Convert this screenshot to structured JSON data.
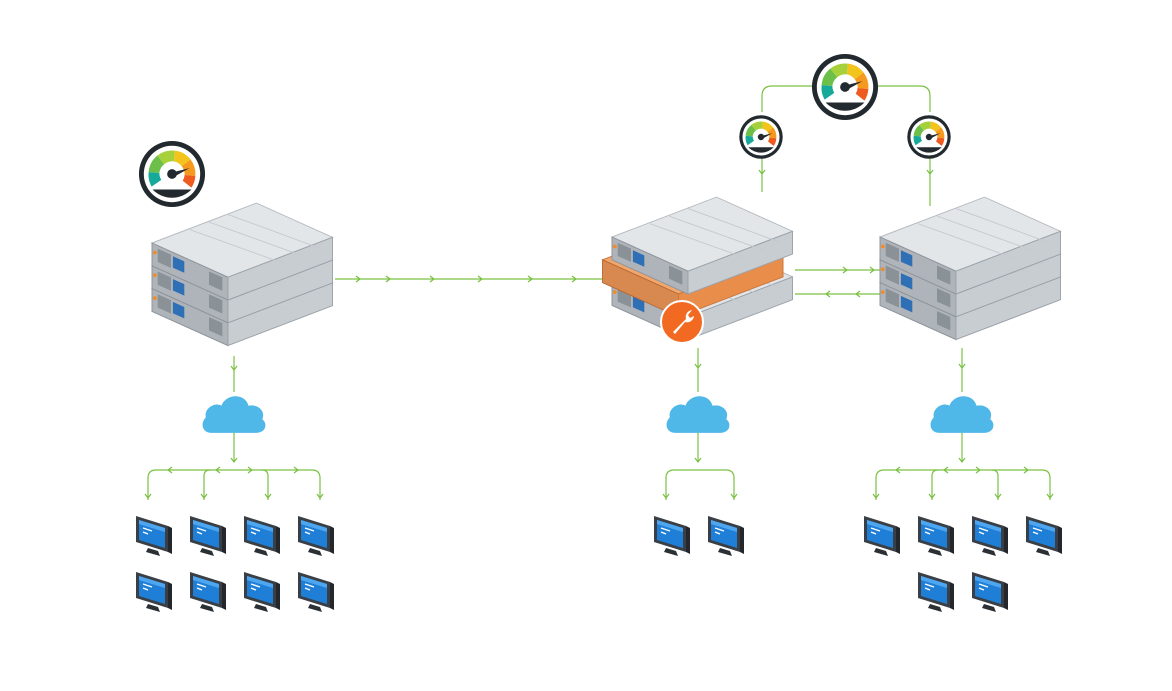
{
  "colors": {
    "connector": "#7ac143",
    "cloud": "#4fb8e8",
    "server_light": "#e3e6e9",
    "server_mid": "#c4c9cf",
    "server_dark": "#9aa1a8",
    "maintenance": "#e98d4b",
    "maintenance_badge": "#f26a21",
    "monitor_screen": "#1f7fd6",
    "monitor_frame": "#3a3f45",
    "gauge_dark": "#222a2f"
  },
  "icons": {
    "gauge": "gauge-icon",
    "server_stack": "server-stack-icon",
    "cloud": "cloud-icon",
    "monitor": "monitor-icon",
    "wrench": "wrench-icon"
  },
  "sites": [
    {
      "id": "left",
      "gauge": true,
      "maintenance": false,
      "workstations": 8
    },
    {
      "id": "middle",
      "gauge": true,
      "maintenance": true,
      "workstations": 2
    },
    {
      "id": "right",
      "gauge": true,
      "maintenance": false,
      "workstations": 6
    }
  ]
}
